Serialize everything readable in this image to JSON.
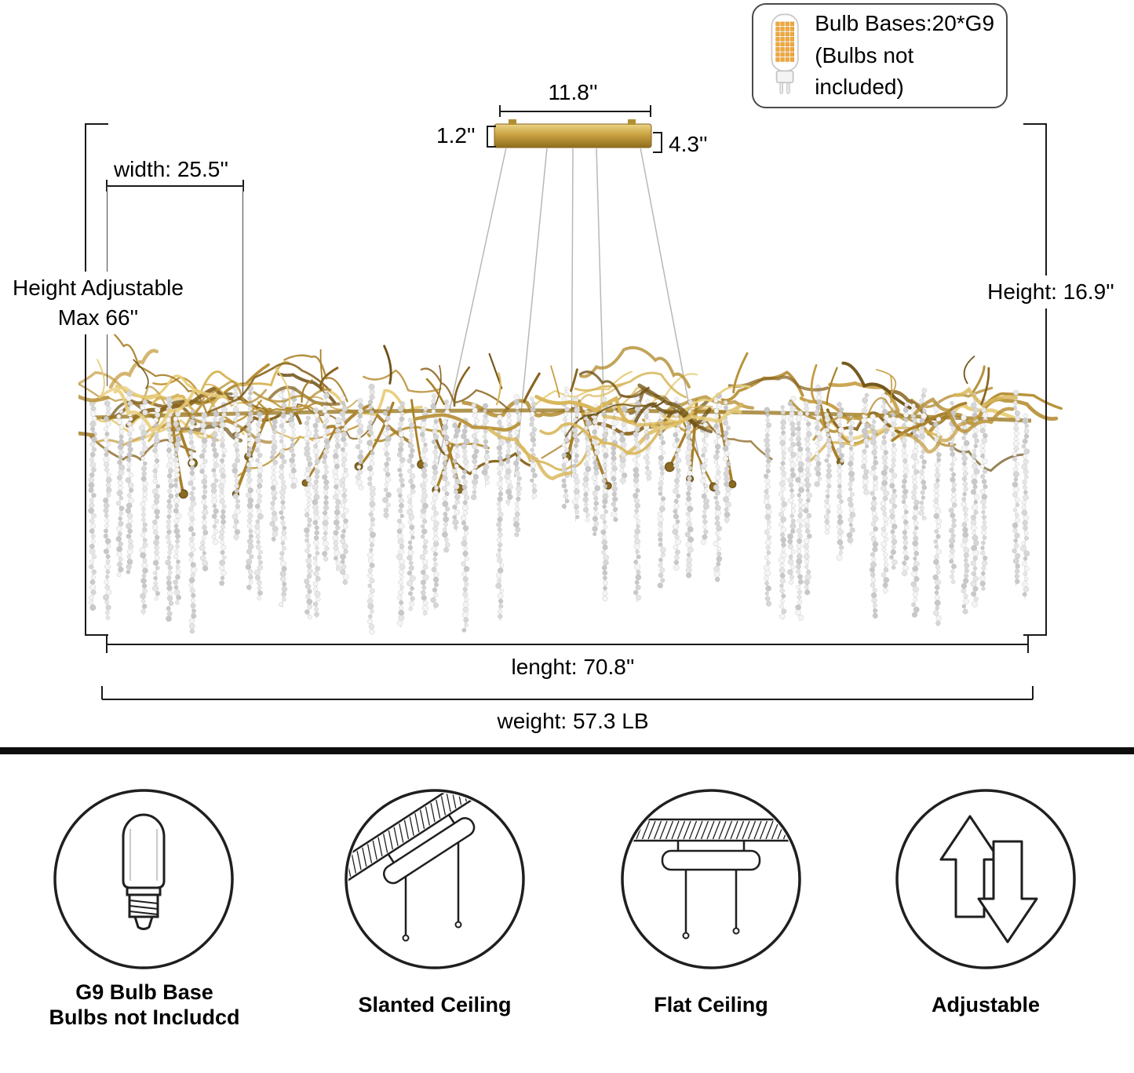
{
  "bulb_info_box": {
    "line1": "Bulb Bases:20*G9",
    "line2": "(Bulbs not included)"
  },
  "dimensions": {
    "canopy_length": "11.8''",
    "canopy_height": "1.2''",
    "canopy_depth": "4.3''",
    "body_width": "width: 25.5''",
    "height_adjustable_line1": "Height Adjustable",
    "height_adjustable_line2": "Max 66''",
    "fixture_height": "Height: 16.9''",
    "length": "lenght: 70.8''",
    "weight": "weight: 57.3 LB"
  },
  "features": [
    {
      "icon": "g9-bulb-icon",
      "label_line1": "G9 Bulb Base",
      "label_line2": "Bulbs not Includcd"
    },
    {
      "icon": "slanted-ceiling-icon",
      "label_line1": "Slanted Ceiling"
    },
    {
      "icon": "flat-ceiling-icon",
      "label_line1": "Flat Ceiling"
    },
    {
      "icon": "adjustable-arrows-icon",
      "label_line1": "Adjustable"
    }
  ],
  "colors": {
    "gold": "#c9a241",
    "gold_dark": "#8a6a1f",
    "gold_light": "#e8cd7a",
    "crystal": "#e0e0e0",
    "outline": "#1a1a1a"
  }
}
